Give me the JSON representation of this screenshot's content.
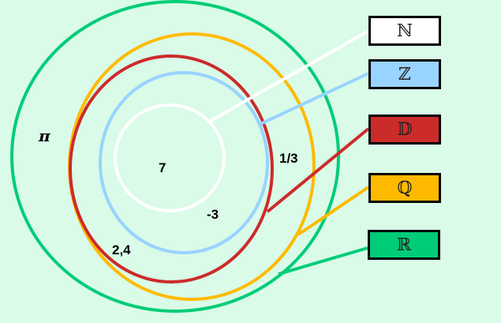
{
  "sets": [
    {
      "id": "N",
      "symbol": "ℕ",
      "color": "#ffffff"
    },
    {
      "id": "Z",
      "symbol": "ℤ",
      "color": "#99d3ff"
    },
    {
      "id": "D",
      "symbol": "𝔻",
      "color": "#cc2b2b"
    },
    {
      "id": "Q",
      "symbol": "ℚ",
      "color": "#ffba00"
    },
    {
      "id": "R",
      "symbol": "ℝ",
      "color": "#00cc77"
    }
  ],
  "elements": {
    "pi": "π",
    "seven": "7",
    "minus_three": "-3",
    "one_third": "1/3",
    "two_four": "2,4"
  },
  "colors": {
    "background": "#d9fbe8"
  }
}
